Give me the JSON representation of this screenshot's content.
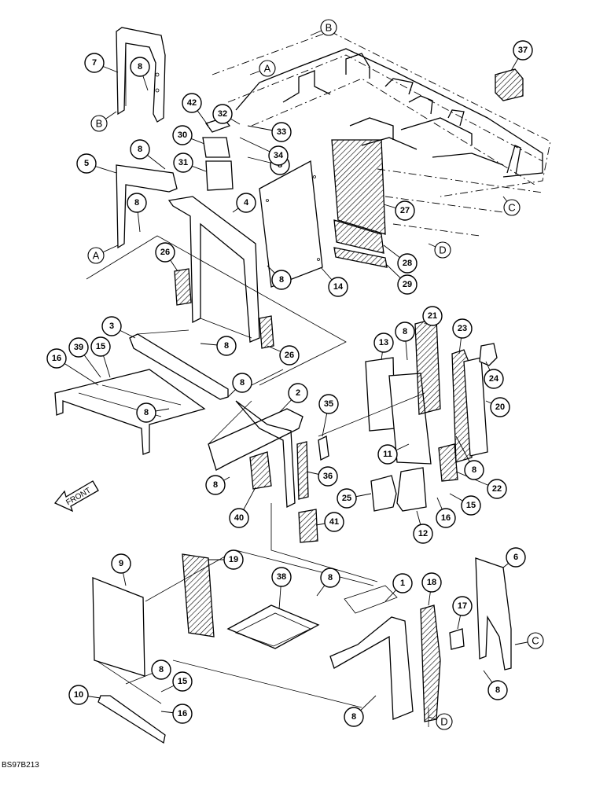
{
  "callouts": [
    "1",
    "2",
    "3",
    "4",
    "5",
    "6",
    "7",
    "8",
    "9",
    "10",
    "11",
    "12",
    "13",
    "14",
    "15",
    "16",
    "17",
    "18",
    "19",
    "20",
    "21",
    "22",
    "23",
    "24",
    "25",
    "26",
    "27",
    "28",
    "29",
    "30",
    "31",
    "32",
    "33",
    "34",
    "35",
    "36",
    "37",
    "38",
    "39",
    "40",
    "41",
    "42"
  ],
  "letter_refs": [
    "A",
    "B",
    "C",
    "D"
  ],
  "direction_label": "FRONT",
  "figure_ref": "BS97B213"
}
